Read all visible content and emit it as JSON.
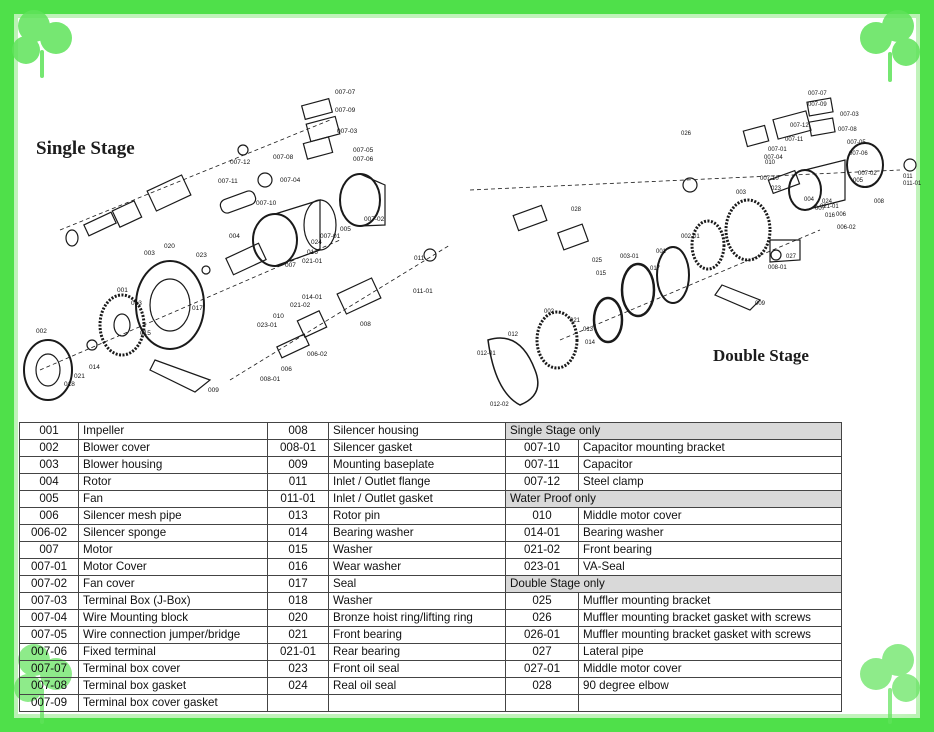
{
  "colors": {
    "frame": "#4fe04a",
    "header_fill": "#d9d9d9"
  },
  "diagram": {
    "single_stage_title": "Single Stage",
    "double_stage_title": "Double Stage",
    "single_labels": [
      {
        "id": "007-07"
      },
      {
        "id": "007-09"
      },
      {
        "id": "007-03"
      },
      {
        "id": "007-05"
      },
      {
        "id": "007-06"
      },
      {
        "id": "007-08"
      },
      {
        "id": "007-04"
      },
      {
        "id": "007-12"
      },
      {
        "id": "007-11"
      },
      {
        "id": "007-10"
      },
      {
        "id": "007-01"
      },
      {
        "id": "007-02"
      },
      {
        "id": "005"
      },
      {
        "id": "024"
      },
      {
        "id": "016"
      },
      {
        "id": "021-01"
      },
      {
        "id": "007"
      },
      {
        "id": "004"
      },
      {
        "id": "023"
      },
      {
        "id": "020"
      },
      {
        "id": "003"
      },
      {
        "id": "017"
      },
      {
        "id": "001"
      },
      {
        "id": "013"
      },
      {
        "id": "015"
      },
      {
        "id": "002"
      },
      {
        "id": "021"
      },
      {
        "id": "014"
      },
      {
        "id": "018"
      },
      {
        "id": "009"
      },
      {
        "id": "014-01"
      },
      {
        "id": "021-02"
      },
      {
        "id": "023-01"
      },
      {
        "id": "010"
      },
      {
        "id": "008-01"
      },
      {
        "id": "006"
      },
      {
        "id": "006-02"
      },
      {
        "id": "008"
      },
      {
        "id": "011"
      },
      {
        "id": "011-01"
      }
    ],
    "double_labels": [
      {
        "id": "007-07"
      },
      {
        "id": "007-09"
      },
      {
        "id": "007-12"
      },
      {
        "id": "007-03"
      },
      {
        "id": "007-08"
      },
      {
        "id": "007-05"
      },
      {
        "id": "007-06"
      },
      {
        "id": "007-02"
      },
      {
        "id": "005"
      },
      {
        "id": "008"
      },
      {
        "id": "011"
      },
      {
        "id": "011-01"
      },
      {
        "id": "026"
      },
      {
        "id": "007-11"
      },
      {
        "id": "007-01"
      },
      {
        "id": "007-04"
      },
      {
        "id": "010"
      },
      {
        "id": "007-10"
      },
      {
        "id": "023"
      },
      {
        "id": "003"
      },
      {
        "id": "004"
      },
      {
        "id": "007"
      },
      {
        "id": "024"
      },
      {
        "id": "021-01"
      },
      {
        "id": "016"
      },
      {
        "id": "006"
      },
      {
        "id": "006-02"
      },
      {
        "id": "027"
      },
      {
        "id": "008-01"
      },
      {
        "id": "009"
      },
      {
        "id": "003-01"
      },
      {
        "id": "001"
      },
      {
        "id": "002-01"
      },
      {
        "id": "028"
      },
      {
        "id": "025"
      },
      {
        "id": "015"
      },
      {
        "id": "017"
      },
      {
        "id": "002"
      },
      {
        "id": "021"
      },
      {
        "id": "014"
      },
      {
        "id": "013"
      },
      {
        "id": "012"
      },
      {
        "id": "012-01"
      },
      {
        "id": "012-02"
      }
    ]
  },
  "table": {
    "rows": [
      [
        {
          "c": "001",
          "d": "Impeller"
        },
        {
          "c": "008",
          "d": "Silencer housing"
        },
        {
          "h": "Single Stage only"
        }
      ],
      [
        {
          "c": "002",
          "d": "Blower cover"
        },
        {
          "c": "008-01",
          "d": "Silencer gasket"
        },
        {
          "c": "007-10",
          "d": "Capacitor mounting bracket"
        }
      ],
      [
        {
          "c": "003",
          "d": "Blower housing"
        },
        {
          "c": "009",
          "d": "Mounting baseplate"
        },
        {
          "c": "007-11",
          "d": "Capacitor"
        }
      ],
      [
        {
          "c": "004",
          "d": "Rotor"
        },
        {
          "c": "011",
          "d": "Inlet / Outlet flange"
        },
        {
          "c": "007-12",
          "d": "Steel clamp"
        }
      ],
      [
        {
          "c": "005",
          "d": "Fan"
        },
        {
          "c": "011-01",
          "d": "Inlet / Outlet gasket"
        },
        {
          "h": "Water Proof only"
        }
      ],
      [
        {
          "c": "006",
          "d": "Silencer mesh pipe"
        },
        {
          "c": "013",
          "d": "Rotor pin"
        },
        {
          "c": "010",
          "d": "Middle motor cover"
        }
      ],
      [
        {
          "c": "006-02",
          "d": "Silencer sponge"
        },
        {
          "c": "014",
          "d": "Bearing washer"
        },
        {
          "c": "014-01",
          "d": "Bearing washer"
        }
      ],
      [
        {
          "c": "007",
          "d": "Motor"
        },
        {
          "c": "015",
          "d": "Washer"
        },
        {
          "c": "021-02",
          "d": "Front bearing"
        }
      ],
      [
        {
          "c": "007-01",
          "d": "Motor Cover"
        },
        {
          "c": "016",
          "d": "Wear washer"
        },
        {
          "c": "023-01",
          "d": "VA-Seal"
        }
      ],
      [
        {
          "c": "007-02",
          "d": "Fan cover"
        },
        {
          "c": "017",
          "d": "Seal"
        },
        {
          "h": "Double Stage only"
        }
      ],
      [
        {
          "c": "007-03",
          "d": "Terminal Box (J-Box)"
        },
        {
          "c": "018",
          "d": "Washer"
        },
        {
          "c": "025",
          "d": "Muffler mounting bracket"
        }
      ],
      [
        {
          "c": "007-04",
          "d": "Wire Mounting block"
        },
        {
          "c": "020",
          "d": "Bronze hoist ring/lifting ring"
        },
        {
          "c": "026",
          "d": "Muffler mounting bracket gasket with screws"
        }
      ],
      [
        {
          "c": "007-05",
          "d": "Wire connection jumper/bridge"
        },
        {
          "c": "021",
          "d": "Front bearing"
        },
        {
          "c": "026-01",
          "d": "Muffler mounting bracket gasket with screws"
        }
      ],
      [
        {
          "c": "007-06",
          "d": "Fixed terminal"
        },
        {
          "c": "021-01",
          "d": "Rear bearing"
        },
        {
          "c": "027",
          "d": "Lateral pipe"
        }
      ],
      [
        {
          "c": "007-07",
          "d": "Terminal box cover"
        },
        {
          "c": "023",
          "d": "Front oil seal"
        },
        {
          "c": "027-01",
          "d": "Middle motor cover"
        }
      ],
      [
        {
          "c": "007-08",
          "d": "Terminal box gasket"
        },
        {
          "c": "024",
          "d": "Real oil seal"
        },
        {
          "c": "028",
          "d": "90 degree elbow"
        }
      ],
      [
        {
          "c": "007-09",
          "d": "Terminal box cover gasket"
        },
        {
          "c": "",
          "d": ""
        },
        {
          "c": "",
          "d": ""
        }
      ]
    ]
  }
}
